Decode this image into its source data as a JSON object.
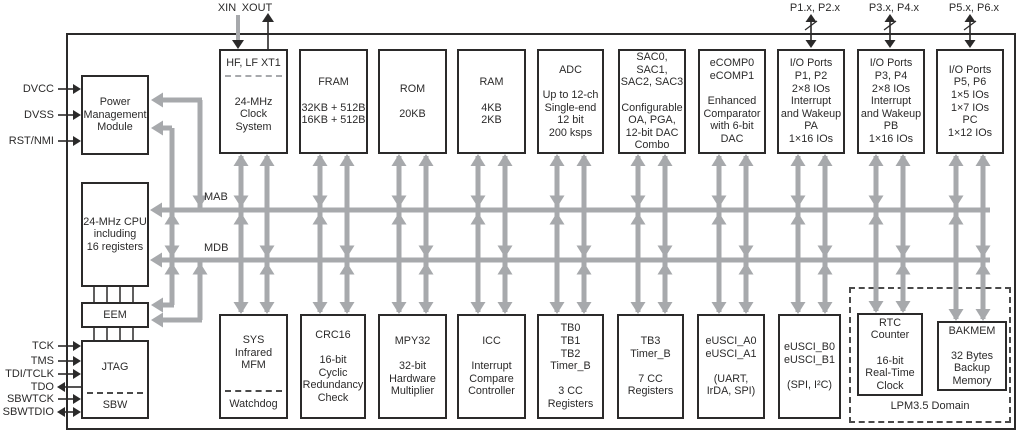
{
  "colors": {
    "wire_gray": "#a7a9ac",
    "line_black": "#2b2a2a"
  },
  "buses": {
    "address": "MAB",
    "data": "MDB"
  },
  "top_pins": {
    "xin": "XIN",
    "xout": "XOUT",
    "ports_12": "P1.x, P2.x",
    "ports_34": "P3.x, P4.x",
    "ports_56": "P5.x, P6.x"
  },
  "left_pins": {
    "dvcc": "DVCC",
    "dvss": "DVSS",
    "rst": "RST/NMI",
    "tck": "TCK",
    "tms": "TMS",
    "tdi": "TDI/TCLK",
    "tdo": "TDO",
    "sbwtck": "SBWTCK",
    "sbwtdio": "SBWTDIO"
  },
  "blocks": {
    "pmm": "Power\nManagement\nModule",
    "cpu": "24-MHz CPU\nincluding\n16 registers",
    "eem": "EEM",
    "jtag": {
      "top": "JTAG",
      "bottom": "SBW"
    },
    "clock": {
      "header": "HF, LF XT1",
      "body": "24-MHz\nClock\nSystem"
    },
    "fram": "FRAM\n\n32KB + 512B\n16KB + 512B",
    "rom": "ROM\n\n20KB",
    "ram": "RAM\n\n4KB\n2KB",
    "adc": "ADC\n\nUp to 12-ch\nSingle-end\n12 bit\n200 ksps",
    "sac": "SAC0, SAC1,\nSAC2, SAC3\n\nConfigurable\nOA, PGA,\n12-bit DAC\nCombo",
    "ecomp": "eCOMP0\neCOMP1\n\nEnhanced\nComparator\nwith 6-bit\nDAC",
    "io_p1p2": "I/O Ports\nP1, P2\n2×8 IOs\nInterrupt\nand Wakeup\nPA\n1×16 IOs",
    "io_p3p4": "I/O Ports\nP3, P4\n2×8 IOs\nInterrupt\nand Wakeup\nPB\n1×16 IOs",
    "io_p5p6": "I/O Ports\nP5, P6\n1×5 IOs\n1×7 IOs\nPC\n1×12 IOs",
    "sys": {
      "top": "SYS\nInfrared\nMFM",
      "bottom": "Watchdog"
    },
    "crc": "CRC16\n\n16-bit\nCyclic\nRedundancy\nCheck",
    "mpy": "MPY32\n\n32-bit\nHardware\nMultiplier",
    "icc": "ICC\n\nInterrupt\nCompare\nController",
    "tb012": "TB0\nTB1\nTB2\nTimer_B\n\n3 CC\nRegisters",
    "tb3": "TB3\nTimer_B\n\n7 CC\nRegisters",
    "eusci_a": "eUSCI_A0\neUSCI_A1\n\n(UART,\nIrDA, SPI)",
    "eusci_b": "eUSCI_B0\neUSCI_B1\n\n(SPI, I²C)",
    "rtc": "RTC\nCounter\n\n16-bit\nReal-Time\nClock",
    "bakmem": "BAKMEM\n\n32 Bytes\nBackup\nMemory"
  },
  "lpm_domain": "LPM3.5 Domain"
}
